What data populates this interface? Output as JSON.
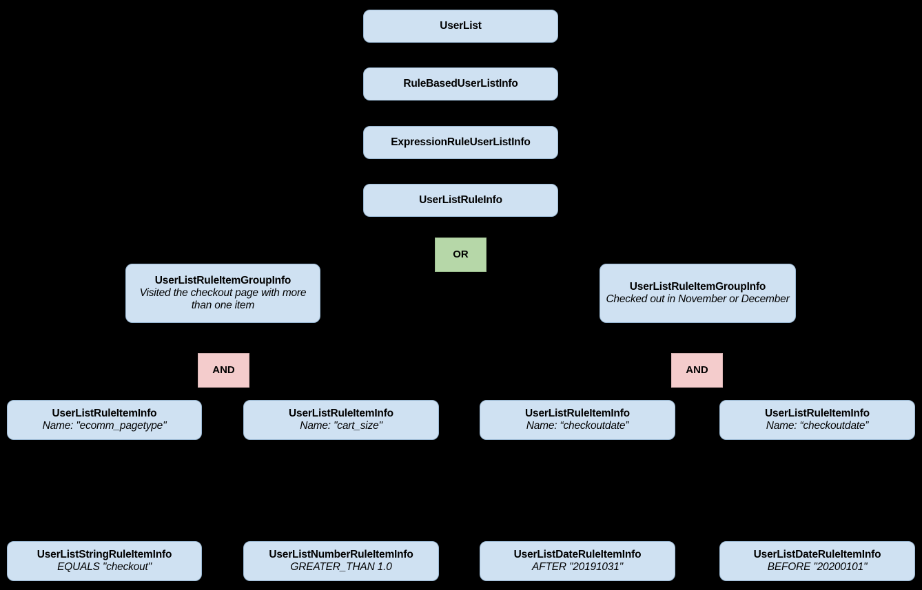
{
  "diagram": {
    "type": "class-hierarchy-tree",
    "background_color": "#000000",
    "node_fill_color": "#cfe1f2",
    "or_fill_color": "#b6d7a8",
    "and_fill_color": "#f4cccc",
    "edge_color": "#000000",
    "nodes": {
      "user_list": {
        "title": "UserList"
      },
      "rule_based_user_list_info": {
        "title": "RuleBasedUserListInfo"
      },
      "expression_rule_user_list_info": {
        "title": "ExpressionRuleUserListInfo"
      },
      "user_list_rule_info": {
        "title": "UserListRuleInfo"
      },
      "or_operator": {
        "label": "OR"
      },
      "group_left": {
        "title": "UserListRuleItemGroupInfo",
        "subtitle": "Visited the checkout page with more than one item"
      },
      "group_right": {
        "title": "UserListRuleItemGroupInfo",
        "subtitle": "Checked out in November or December"
      },
      "and_left": {
        "label": "AND"
      },
      "and_right": {
        "label": "AND"
      },
      "item_1": {
        "title": "UserListRuleItemInfo",
        "subtitle": "Name: \"ecomm_pagetype\""
      },
      "item_2": {
        "title": "UserListRuleItemInfo",
        "subtitle": "Name: \"cart_size\""
      },
      "item_3": {
        "title": "UserListRuleItemInfo",
        "subtitle": "Name: “checkoutdate”"
      },
      "item_4": {
        "title": "UserListRuleItemInfo",
        "subtitle": "Name: “checkoutdate”"
      },
      "leaf_1": {
        "title": "UserListStringRuleItemInfo",
        "subtitle": "EQUALS \"checkout\""
      },
      "leaf_2": {
        "title": "UserListNumberRuleItemInfo",
        "subtitle": "GREATER_THAN 1.0"
      },
      "leaf_3": {
        "title": "UserListDateRuleItemInfo",
        "subtitle": "AFTER \"20191031\""
      },
      "leaf_4": {
        "title": "UserListDateRuleItemInfo",
        "subtitle": "BEFORE \"20200101\""
      }
    }
  }
}
